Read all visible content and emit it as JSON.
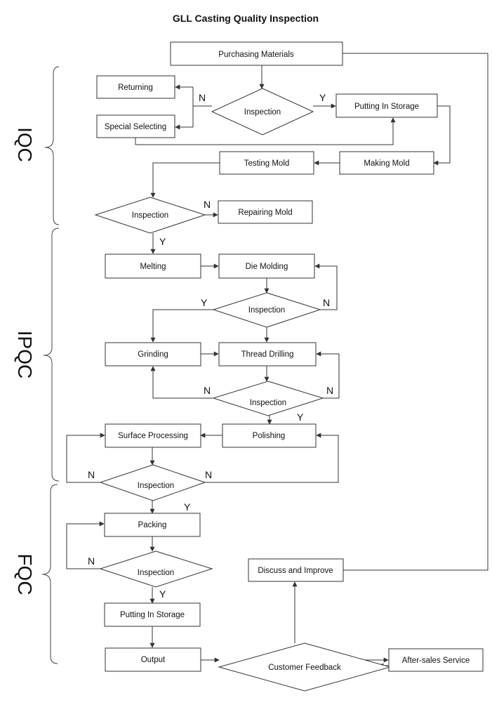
{
  "title": "GLL Casting Quality Inspection",
  "sections": {
    "iqc": "IQC",
    "ipqc": "IPQC",
    "fqc": "FQC"
  },
  "nodes": {
    "purchasing": "Purchasing Materials",
    "returning": "Returning",
    "special": "Special Selecting",
    "inspect1": "Inspection",
    "storage1": "Putting In Storage",
    "making_mold": "Making Mold",
    "testing_mold": "Testing Mold",
    "inspect2": "Inspection",
    "repairing": "Repairing Mold",
    "melting": "Melting",
    "die_molding": "Die Molding",
    "inspect3": "Inspection",
    "grinding": "Grinding",
    "thread": "Thread Drilling",
    "inspect4": "Inspection",
    "surface": "Surface Processing",
    "polishing": "Polishing",
    "inspect5": "Inspection",
    "packing": "Packing",
    "inspect6": "Inspection",
    "storage2": "Putting In Storage",
    "output": "Output",
    "feedback": "Customer Feedback",
    "aftersales": "After-sales Service",
    "discuss": "Discuss and Improve"
  },
  "marks": {
    "n1": "N",
    "y1": "Y",
    "n2": "N",
    "y2": "Y",
    "y3": "Y",
    "n3": "N",
    "n4a": "N",
    "n4b": "N",
    "y4": "Y",
    "n5a": "N",
    "n5b": "N",
    "y5": "Y",
    "n6": "N",
    "y6": "Y"
  }
}
